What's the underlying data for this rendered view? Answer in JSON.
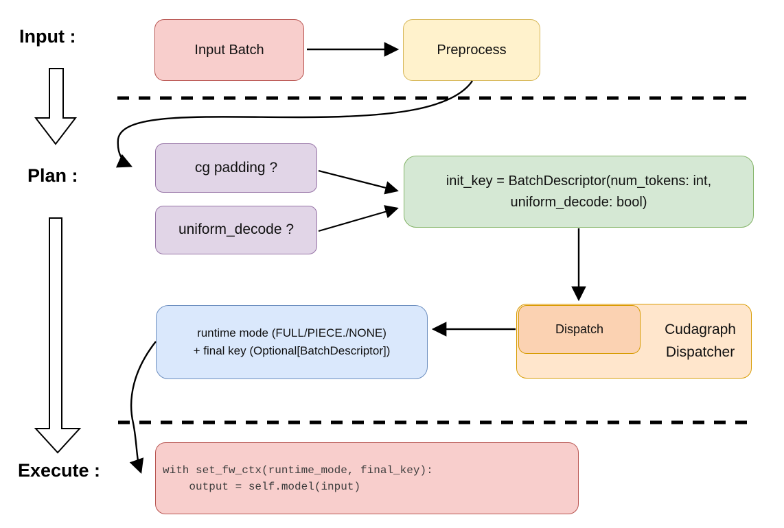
{
  "diagram": {
    "title_hint": "cudagraph dispatch flow",
    "stages": {
      "input_label": "Input :",
      "plan_label": "Plan :",
      "execute_label": "Execute :"
    },
    "nodes": {
      "input_batch": {
        "label": "Input Batch",
        "fill": "#f8cecc",
        "border": "#b85450"
      },
      "preprocess": {
        "label": "Preprocess",
        "fill": "#fff2cc",
        "border": "#d6b656"
      },
      "cg_padding": {
        "label": "cg padding ?",
        "fill": "#e1d5e7",
        "border": "#9673a6"
      },
      "uniform_decode": {
        "label": "uniform_decode ?",
        "fill": "#e1d5e7",
        "border": "#9673a6"
      },
      "init_key": {
        "line1": "init_key = BatchDescriptor(num_tokens: int,",
        "line2": "uniform_decode: bool)",
        "fill": "#d5e8d4",
        "border": "#82b366"
      },
      "cudagraph_dispatcher": {
        "line1": "Cudagraph",
        "line2": "Dispatcher",
        "fill": "#ffe6cc",
        "border": "#d79b00"
      },
      "dispatch": {
        "label": "Dispatch",
        "fill": "#fbd2b2",
        "border": "#d79b00"
      },
      "runtime_mode": {
        "line1": "runtime mode (FULL/PIECE./NONE)",
        "line2": "+ final key (Optional[BatchDescriptor])",
        "fill": "#dae8fc",
        "border": "#6c8ebf"
      },
      "execute_code": {
        "line1": "with set_fw_ctx(runtime_mode, final_key):",
        "line2": "    output = self.model(input)",
        "fill": "#f8cecc",
        "border": "#b85450"
      }
    }
  }
}
